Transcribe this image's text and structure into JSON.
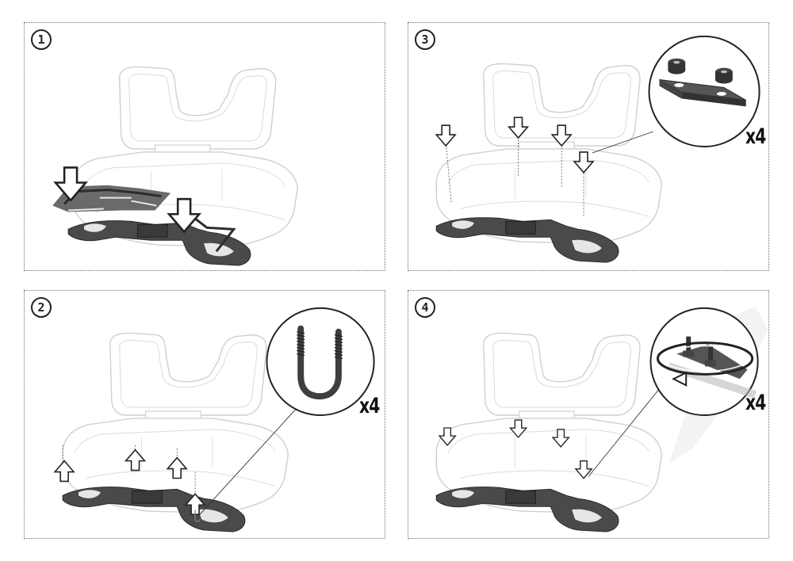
{
  "panels": [
    {
      "step": "1"
    },
    {
      "step": "3",
      "quantity": "x4",
      "detail_icon": "spacer-plate-and-washers-icon"
    },
    {
      "step": "2",
      "quantity": "x4",
      "detail_icon": "u-bolt-icon"
    },
    {
      "step": "4",
      "quantity": "x4",
      "detail_icon": "rotate-tighten-icon"
    }
  ],
  "colors": {
    "line": "#c8c8c8",
    "rack": "#4a4a4a",
    "ink": "#111111"
  }
}
